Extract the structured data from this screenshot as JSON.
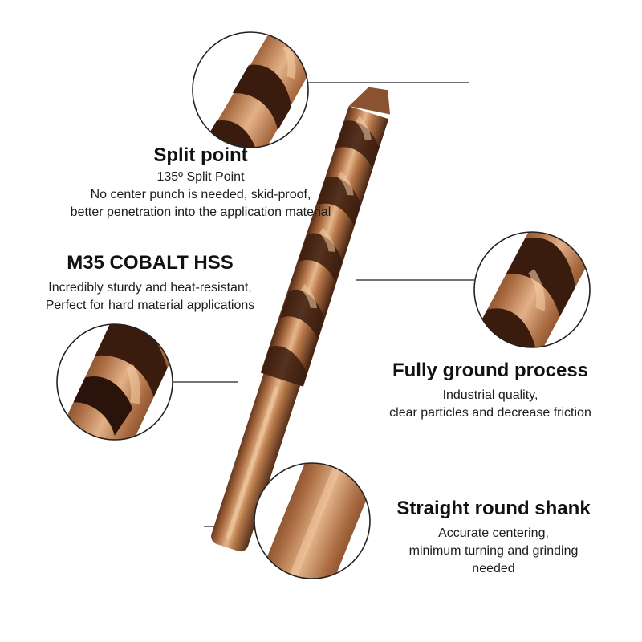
{
  "colors": {
    "background": "#ffffff",
    "bronze_light": "#d9a77c",
    "bronze_mid": "#a8693f",
    "bronze_dark": "#4a2614",
    "callout_ring": "#222222",
    "text": "#111111"
  },
  "callouts": [
    {
      "id": "split-point",
      "title": "Split point",
      "lines": [
        "135º Split Point",
        "No center punch is needed, skid-proof,",
        "better penetration into the application material"
      ]
    },
    {
      "id": "cobalt",
      "title": "M35 COBALT HSS",
      "lines": [
        "Incredibly sturdy and heat-resistant,",
        "Perfect for hard material applications"
      ]
    },
    {
      "id": "ground",
      "title": "Fully ground process",
      "lines": [
        "Industrial quality,",
        "clear particles and decrease friction"
      ]
    },
    {
      "id": "shank",
      "title": "Straight round shank",
      "lines": [
        "Accurate centering,",
        "minimum turning and grinding",
        "needed"
      ]
    }
  ]
}
